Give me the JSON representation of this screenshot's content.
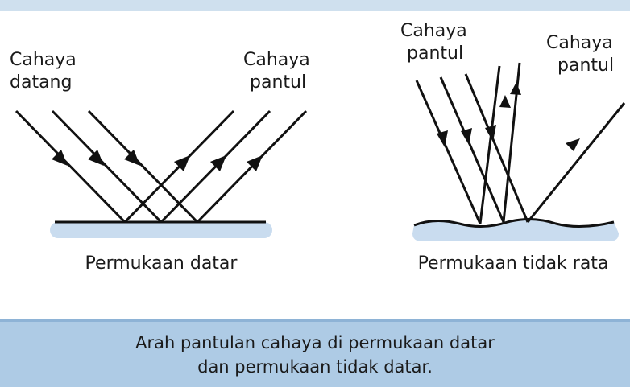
{
  "left_panel": {
    "incident_label_line1": "Cahaya",
    "incident_label_line2": "datang",
    "reflected_label_line1": "Cahaya",
    "reflected_label_line2": "pantul",
    "surface_label": "Permukaan datar"
  },
  "right_panel": {
    "reflected_label_a_line1": "Cahaya",
    "reflected_label_a_line2": "pantul",
    "reflected_label_b_line1": "Cahaya",
    "reflected_label_b_line2": "pantul",
    "surface_label": "Permukaan tidak rata"
  },
  "caption": {
    "line1": "Arah pantulan cahaya di permukaan datar",
    "line2": "dan permukaan tidak datar."
  },
  "colors": {
    "surface_fill": "#c9dcef",
    "caption_bg": "#aecbe5",
    "ray": "#111111"
  }
}
